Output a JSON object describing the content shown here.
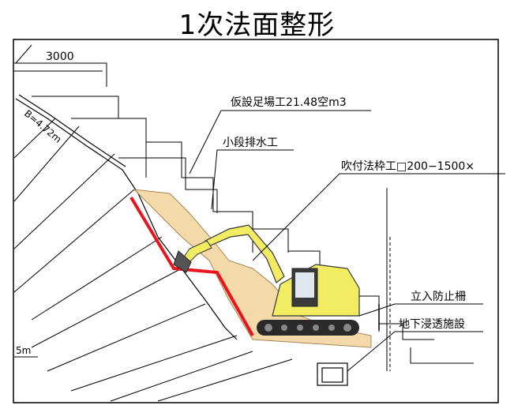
{
  "title": "1次法面整形",
  "dimensions": {
    "width_label": "3000",
    "slope_label": "B=4.72m",
    "height_label": "5m"
  },
  "labels": {
    "scaffold": "仮設足場工21.48空m3",
    "small_drain": "小段排水工",
    "shotcrete_frame": "吹付法枠工□200−1500×",
    "fence": "立入防止柵",
    "infiltration": "地下浸透施設"
  },
  "colors": {
    "fill_area": "#f3d9a4",
    "cut_line": "#e8141e",
    "excavator": "#f2ec63",
    "line": "#000000"
  }
}
